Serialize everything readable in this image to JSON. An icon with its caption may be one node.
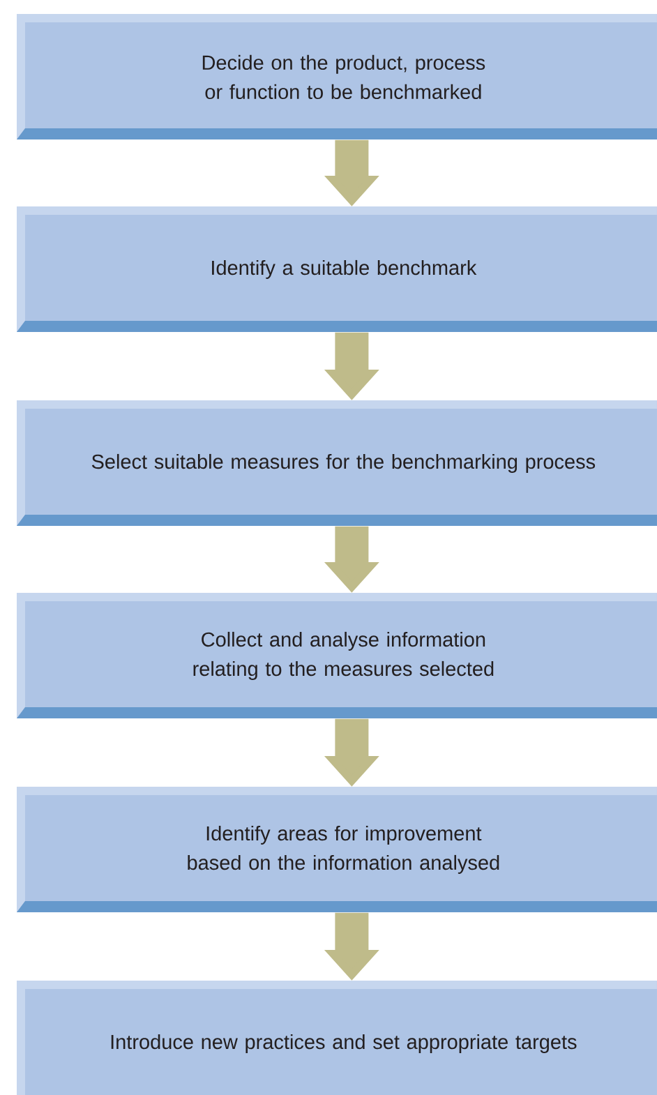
{
  "diagram": {
    "nodes": [
      {
        "text": [
          "Decide on the product, process or function to be benchmarked"
        ]
      },
      {
        "text": [
          "Identify a suitable benchmark"
        ]
      },
      {
        "text": [
          "Select suitable measures for the benchmarking process"
        ]
      },
      {
        "text": [
          "Collect and analyse information relating to the measures selected"
        ]
      },
      {
        "text": [
          "Identify areas for improvement based on the information analysed"
        ]
      },
      {
        "text": [
          "Introduce new practices and set appropriate targets"
        ]
      }
    ],
    "edges": [
      {
        "from": 0,
        "to": 1,
        "arrow": "to"
      },
      {
        "from": 1,
        "to": 2,
        "arrow": "to"
      },
      {
        "from": 2,
        "to": 3,
        "arrow": "to"
      },
      {
        "from": 3,
        "to": 4,
        "arrow": "to"
      },
      {
        "from": 4,
        "to": 5,
        "arrow": "to"
      }
    ]
  }
}
